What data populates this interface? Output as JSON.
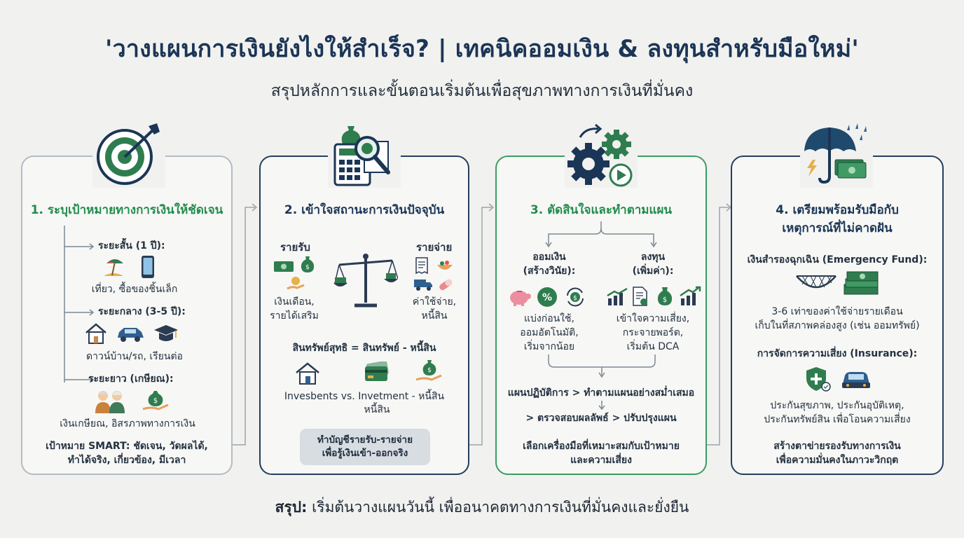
{
  "header": {
    "title": "'วางแผนการเงินยังไงให้สำเร็จ? | เทคนิคออมเงิน & ลงทุนสำหรับมือใหม่'",
    "subtitle": "สรุปหลักการและขั้นตอนเริ่มต้นเพื่อสุขภาพทางการเงินที่มั่นคง"
  },
  "step1": {
    "title": "1. ระบุเป้าหมายทางการเงินให้ชัดเจน",
    "short_label": "ระยะสั้น (1 ปี):",
    "short_desc": "เที่ยว, ซื้อของชิ้นเล็ก",
    "mid_label": "ระยะกลาง (3-5 ปี):",
    "mid_desc": "ดาวน์บ้าน/รถ, เรียนต่อ",
    "long_label": "ระยะยาว (เกษียณ):",
    "long_desc": "เงินเกษียณ, อิสรภาพทางการเงิน",
    "smart_line1": "เป้าหมาย SMART: ชัดเจน, วัดผลได้,",
    "smart_line2": "ทำได้จริง, เกี่ยวข้อง, มีเวลา"
  },
  "step2": {
    "title": "2. เข้าใจสถานะการเงินปัจจุบัน",
    "income_label": "รายรับ",
    "income_desc1": "เงินเดือน,",
    "income_desc2": "รายได้เสริม",
    "expense_label": "รายจ่าย",
    "expense_desc1": "ค่าใช้จ่าย,",
    "expense_desc2": "หนี้สิน",
    "networth": "สินทรัพย์สุทธิ = สินทรัพย์ - หนี้สิน",
    "assets_line1": "Invesbents vs. Invetment  -  หนี้สิน",
    "assets_line2": "หนี้สิน",
    "pill_line1": "ทำบัญชีรายรับ-รายจ่าย",
    "pill_line2": "เพื่อรู้เงินเข้า-ออกจริง"
  },
  "step3": {
    "title": "3. ตัดสินใจและทำตามแผน",
    "save_label1": "ออมเงิน",
    "save_label2": "(สร้างวินัย):",
    "save_desc1": "แบ่งก่อนใช้,",
    "save_desc2": "ออมอัตโนมัติ,",
    "save_desc3": "เริ่มจากน้อย",
    "invest_label1": "ลงทุน",
    "invest_label2": "(เพิ่มค่า):",
    "invest_desc1": "เข้าใจความเสี่ยง,",
    "invest_desc2": "กระจายพอร์ต,",
    "invest_desc3": "เริ่มต้น DCA",
    "action_line1": "แผนปฏิบัติการ > ทำตามแผนอย่างสม่ำเสมอ",
    "action_line2": "> ตรวจสอบผลลัพธ์ > ปรับปรุงแผน",
    "tool_line1": "เลือกเครื่องมือที่เหมาะสมกับเป้าหมาย",
    "tool_line2": "และความเสี่ยง"
  },
  "step4": {
    "title_line1": "4. เตรียมพร้อมรับมือกับ",
    "title_line2": "เหตุการณ์ที่ไม่คาดฝัน",
    "emergency_label": "เงินสำรองฉุกเฉิน (Emergency Fund):",
    "emergency_desc1": "3-6 เท่าของค่าใช้จ่ายรายเดือน",
    "emergency_desc2": "เก็บในที่สภาพคล่องสูง (เช่น ออมทรัพย์)",
    "insurance_label": "การจัดการความเสี่ยง (Insurance):",
    "insurance_desc1": "ประกันสุขภาพ, ประกันอุบัติเหตุ,",
    "insurance_desc2": "ประกันทรัพย์สิน เพื่อโอนความเสี่ยง",
    "net_line1": "สร้างตาข่ายรองรับทางการเงิน",
    "net_line2": "เพื่อความมั่นคงในภาวะวิกฤต"
  },
  "footer": {
    "label": "สรุป:",
    "text": "เริ่มต้นวางแผนวันนี้ เพื่ออนาคตทางการเงินที่มั่นคงและยั่งยืน"
  },
  "colors": {
    "navy": "#1b3556",
    "green": "#238c4e",
    "money": "#2f7d4f",
    "card_gray": "#b3bcc4"
  }
}
